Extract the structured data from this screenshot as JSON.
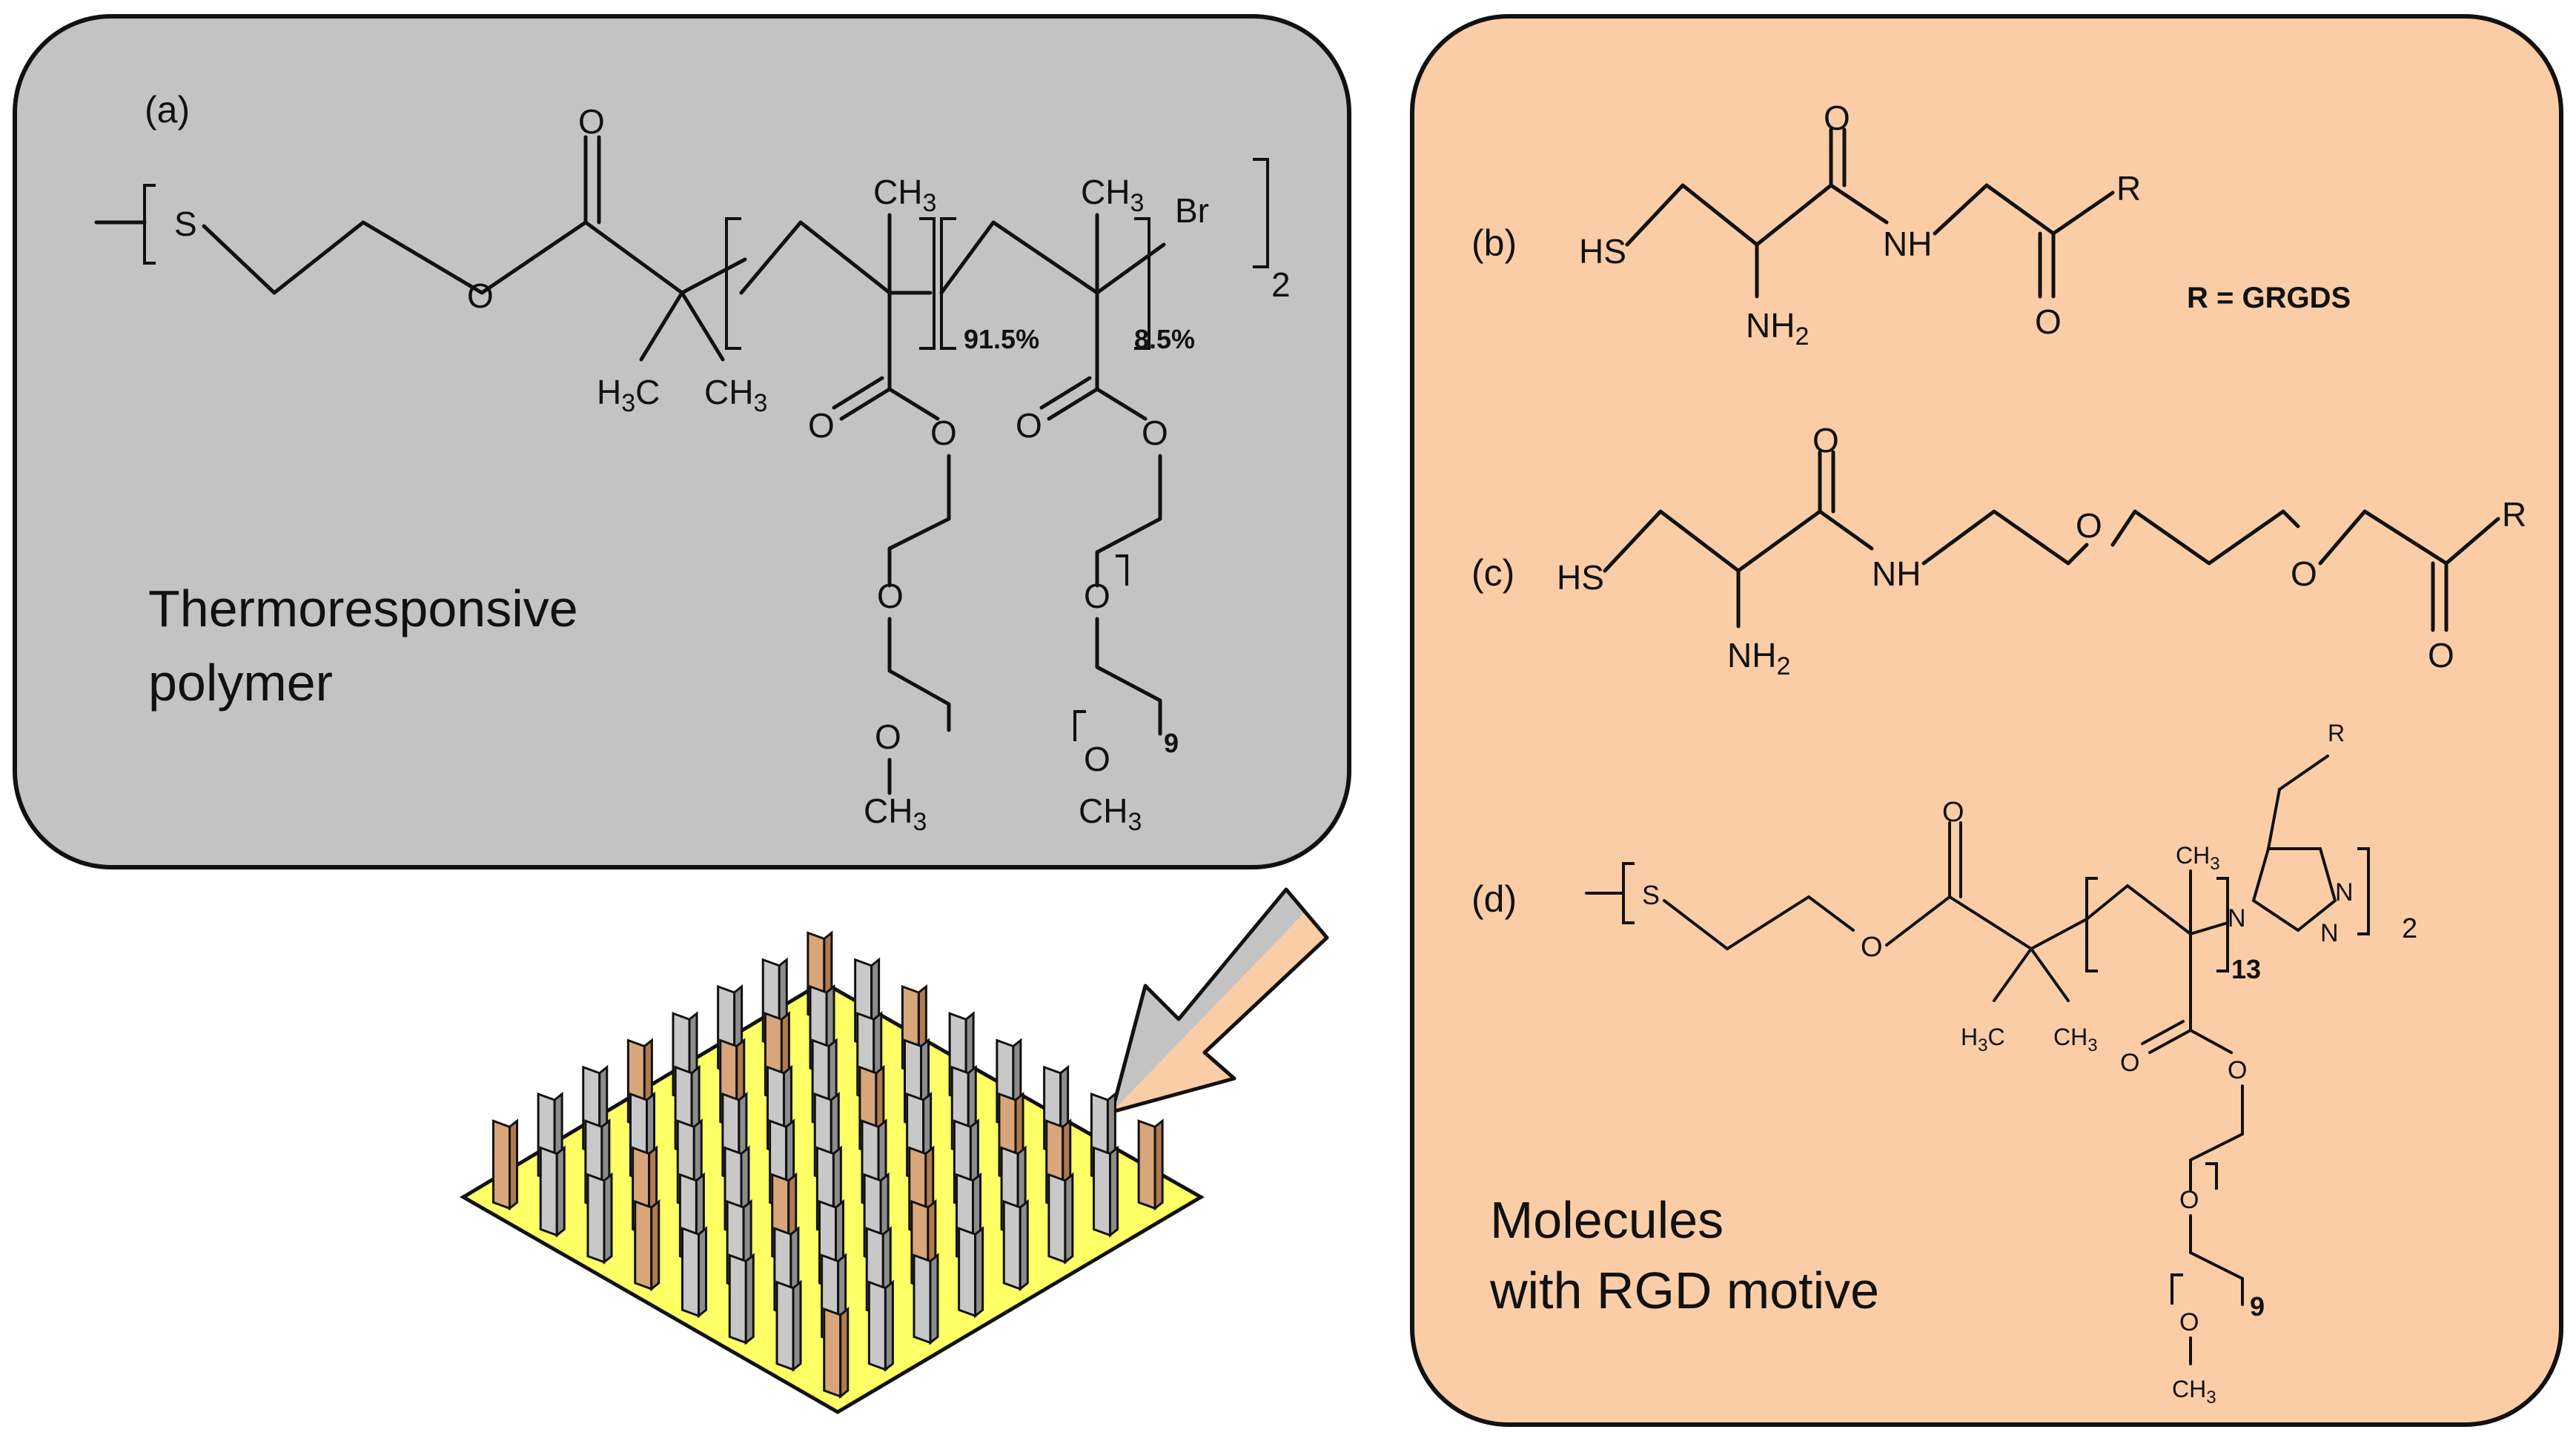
{
  "panel_a": {
    "label": "(a)",
    "caption_line1": "Thermoresponsive",
    "caption_line2": "polymer",
    "ratio_1": "91.5%",
    "ratio_2": "8.5%",
    "repeat_outer": "2",
    "repeat_peg": "9",
    "color_fill": "#c3c3c3"
  },
  "panel_right": {
    "label_b": "(b)",
    "label_c": "(c)",
    "label_d": "(d)",
    "r_definition": "R = GRGDS",
    "caption_line1": "Molecules",
    "caption_line2": "with RGD motive",
    "repeat_13": "13",
    "repeat_2": "2",
    "repeat_9": "9",
    "color_fill": "#fbcda6"
  },
  "surface": {
    "color_substrate": "#ffff66",
    "color_pillar_gray": "#c8c8c8",
    "color_pillar_tan": "#d8a67a"
  }
}
